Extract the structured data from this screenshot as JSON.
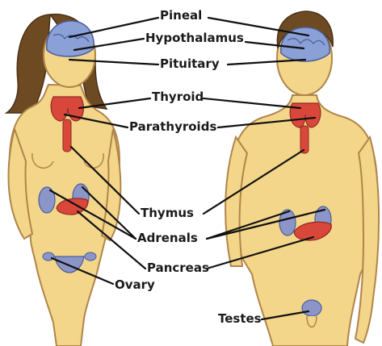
{
  "labels": {
    "pineal": "Pineal",
    "hypothalamus": "Hypothalamus",
    "pituitary": "Pituitary",
    "thyroid": "Thyroid",
    "parathyroids": "Parathyroids",
    "thymus": "Thymus",
    "adrenals": "Adrenals",
    "pancreas": "Pancreas",
    "ovary": "Ovary",
    "testes": "Testes"
  },
  "colors": {
    "skin": "#f3d68a",
    "skin_outline": "#b0854a",
    "hair": "#6e4a23",
    "brain": "#8aa0d6",
    "gland": "#d9473a",
    "kidney": "#8c95c8"
  }
}
